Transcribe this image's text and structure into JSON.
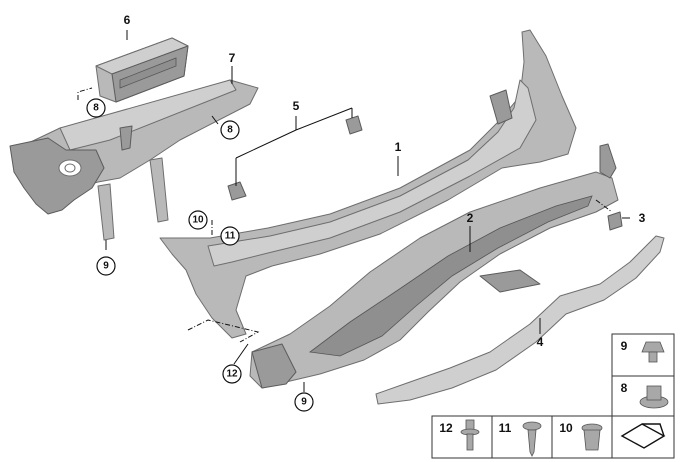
{
  "callouts": {
    "c1": "1",
    "c2": "2",
    "c3": "3",
    "c4": "4",
    "c5": "5",
    "c6": "6",
    "c7": "7"
  },
  "circled": {
    "r8a": "8",
    "r8b": "8",
    "r9a": "9",
    "r9b": "9",
    "r10": "10",
    "r11": "11",
    "r12": "12"
  },
  "hardware_legend": [
    {
      "number": "9"
    },
    {
      "number": "8"
    },
    {
      "number": "12"
    },
    {
      "number": "11"
    },
    {
      "number": "10"
    }
  ],
  "icons": [
    "bumper-trim-panel",
    "diffuser-grille",
    "bumper-bracket",
    "carrier-rail",
    "air-duct",
    "spring-nut",
    "hex-nut",
    "expanding-rivet",
    "self-tapping-screw",
    "clip-nut",
    "page-fold-symbol"
  ]
}
